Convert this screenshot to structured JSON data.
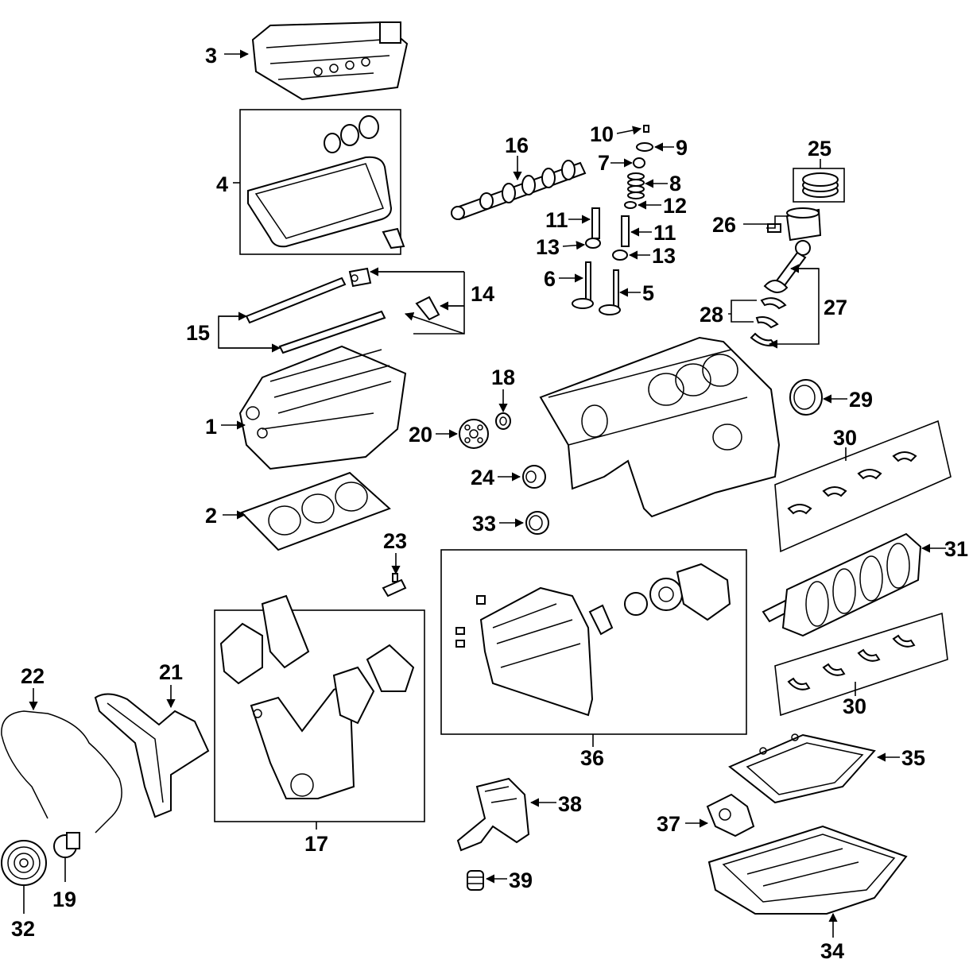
{
  "diagram": {
    "callouts": {
      "c1": "1",
      "c2": "2",
      "c3": "3",
      "c4": "4",
      "c5": "5",
      "c6": "6",
      "c7": "7",
      "c8": "8",
      "c9": "9",
      "c10": "10",
      "c11a": "11",
      "c11b": "11",
      "c12": "12",
      "c13a": "13",
      "c13b": "13",
      "c14": "14",
      "c15": "15",
      "c16": "16",
      "c17": "17",
      "c18": "18",
      "c19": "19",
      "c20": "20",
      "c21": "21",
      "c22": "22",
      "c23": "23",
      "c24": "24",
      "c25": "25",
      "c26": "26",
      "c27": "27",
      "c28": "28",
      "c29": "29",
      "c30a": "30",
      "c30b": "30",
      "c31": "31",
      "c32": "32",
      "c33": "33",
      "c34": "34",
      "c35": "35",
      "c36": "36",
      "c37": "37",
      "c38": "38",
      "c39": "39"
    }
  }
}
